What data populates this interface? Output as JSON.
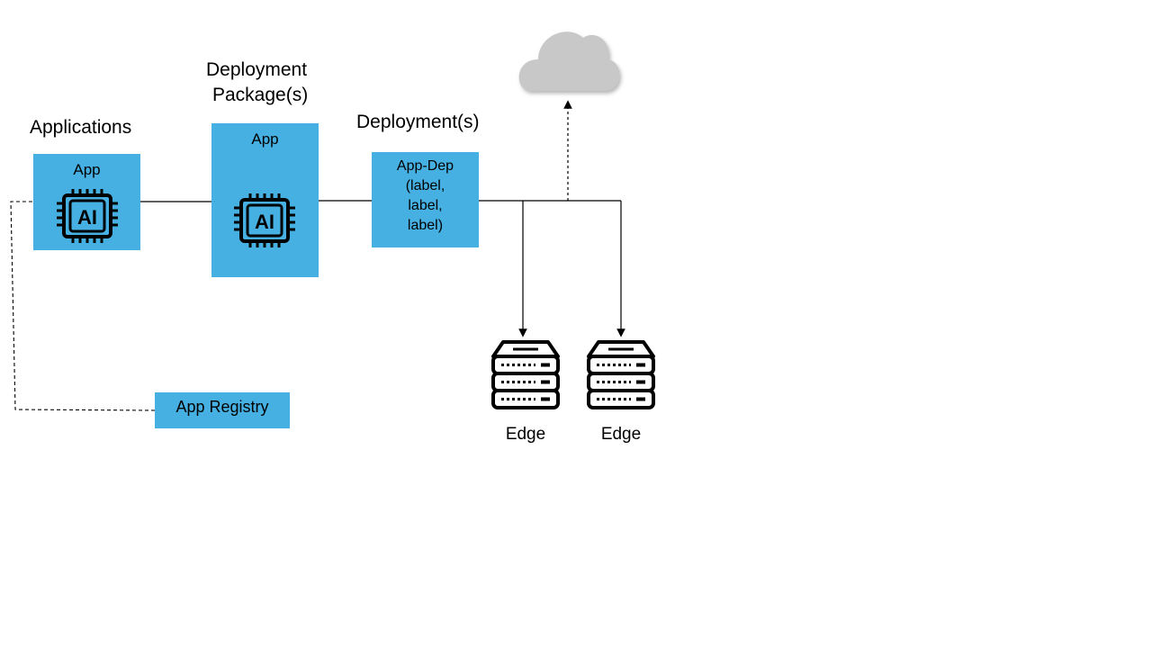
{
  "headings": {
    "applications": "Applications",
    "deployment_package_line1": "Deployment",
    "deployment_package_line2": "Package(s)",
    "deployments": "Deployment(s)"
  },
  "boxes": {
    "app": "App",
    "package_app": "App",
    "app_dep_lines": [
      "App-Dep",
      "(label,",
      "label,",
      "label)"
    ],
    "registry": "App Registry"
  },
  "edges": [
    "Edge",
    "Edge"
  ],
  "icons": {
    "app_chip": "ai-chip-icon",
    "package_chip": "ai-chip-icon",
    "cloud": "cloud-icon",
    "server": "server-rack-icon"
  },
  "colors": {
    "box_fill": "#45B0E1",
    "cloud_fill": "#C8C8C8"
  }
}
